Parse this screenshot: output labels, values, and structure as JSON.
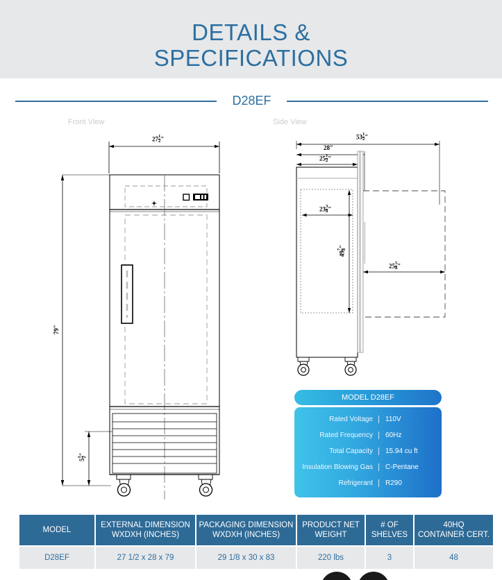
{
  "header": {
    "title_line1": "DETAILS &",
    "title_line2": "SPECIFICATIONS"
  },
  "model_section": {
    "model_name": "D28EF"
  },
  "views": {
    "front_caption": "Front View",
    "side_caption": "Side View"
  },
  "front_view_dims": {
    "width": {
      "whole": "27",
      "num": "1",
      "den": "2",
      "unit": "″"
    },
    "height": {
      "whole": "79",
      "unit": "″"
    },
    "base_height": {
      "whole": "5",
      "num": "1",
      "den": "2",
      "unit": "″"
    }
  },
  "side_view_dims": {
    "overall_depth": {
      "whole": "53",
      "num": "1",
      "den": "2",
      "unit": "″"
    },
    "cabinet_depth": {
      "whole": "28",
      "unit": "″"
    },
    "body_depth": {
      "whole": "25",
      "num": "1",
      "den": "2",
      "unit": "″"
    },
    "inner_depth": {
      "whole": "23",
      "num": "3",
      "den": "8",
      "unit": "″"
    },
    "inner_height": {
      "whole": "49",
      "num": "7",
      "den": "8",
      "unit": "″"
    },
    "door_swing": {
      "whole": "25",
      "num": "5",
      "den": "8",
      "unit": "″"
    }
  },
  "spec_panel": {
    "header": "MODEL D28EF",
    "rows": [
      {
        "key": "Rated  Voltage",
        "value": "110V"
      },
      {
        "key": "Rated  Frequency",
        "value": "60Hz"
      },
      {
        "key": "Total Capacity",
        "value": "15.94 cu ft"
      },
      {
        "key": "Insulation Blowing Gas",
        "value": "C-Pentane"
      },
      {
        "key": "Refrigerant",
        "value": "R290"
      }
    ]
  },
  "spec_table": {
    "headers": [
      "MODEL",
      "EXTERNAL DIMENSION WXDXH (INCHES)",
      "PACKAGING DIMENSION WXDXH (INCHES)",
      "PRODUCT NET WEIGHT",
      "# OF SHELVES",
      "40HQ CONTAINER CERT."
    ],
    "header_lines": [
      [
        "MODEL",
        ""
      ],
      [
        "EXTERNAL DIMENSION",
        "WXDXH (INCHES)"
      ],
      [
        "PACKAGING DIMENSION",
        "WXDXH (INCHES)"
      ],
      [
        "PRODUCT NET",
        "WEIGHT"
      ],
      [
        "# OF",
        "SHELVES"
      ],
      [
        "40HQ",
        "CONTAINER CERT."
      ]
    ],
    "rows": [
      {
        "model": "D28EF",
        "external_dimension": "27 1/2 x 28  x 79",
        "packaging_dimension": "29 1/8 x 30 x 83",
        "net_weight": "220 lbs",
        "shelves": "3",
        "container_cert": "48"
      }
    ]
  },
  "colors": {
    "title_blue": "#2c6fa0",
    "band_gray": "#e7e8ea",
    "table_header_blue": "#2e6a96",
    "table_row_gray": "#e7e8ea",
    "panel_cyan": "#3fc3e9",
    "panel_blue": "#1e6fc8"
  }
}
